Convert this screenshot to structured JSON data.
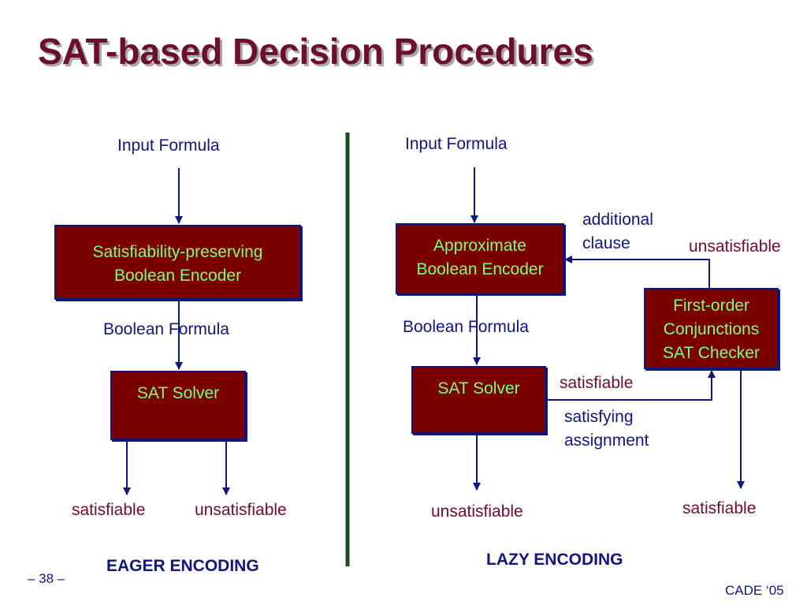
{
  "slide": {
    "title": "SAT-based Decision Procedures",
    "page_number": "– 38 –",
    "footer_right": "CADE ‘05"
  },
  "eager": {
    "input": "Input Formula",
    "encoder_line1": "Satisfiability-preserving",
    "encoder_line2": "Boolean Encoder",
    "boolean_formula": "Boolean  Formula",
    "solver": "SAT Solver",
    "out_sat": "satisfiable",
    "out_unsat": "unsatisfiable",
    "caption": "EAGER ENCODING"
  },
  "lazy": {
    "input": "Input  Formula",
    "encoder_line1": "Approximate",
    "encoder_line2": "Boolean Encoder",
    "additional_line1": "additional",
    "additional_line2": "clause",
    "checker_unsat": "unsatisfiable",
    "checker_line1": "First-order",
    "checker_line2": "Conjunctions",
    "checker_line3": "SAT Checker",
    "boolean_formula": "Boolean  Formula",
    "solver": "SAT Solver",
    "solver_sat": "satisfiable",
    "assign_line1": "satisfying",
    "assign_line2": "assignment",
    "out_unsat": "unsatisfiable",
    "out_sat": "satisfiable",
    "caption": "LAZY ENCODING"
  },
  "colors": {
    "title": "#6b0f2c",
    "box_fill": "#7a0000",
    "box_text": "#7cff7c",
    "arrow": "#11167a",
    "divider": "#1f4a1f"
  }
}
